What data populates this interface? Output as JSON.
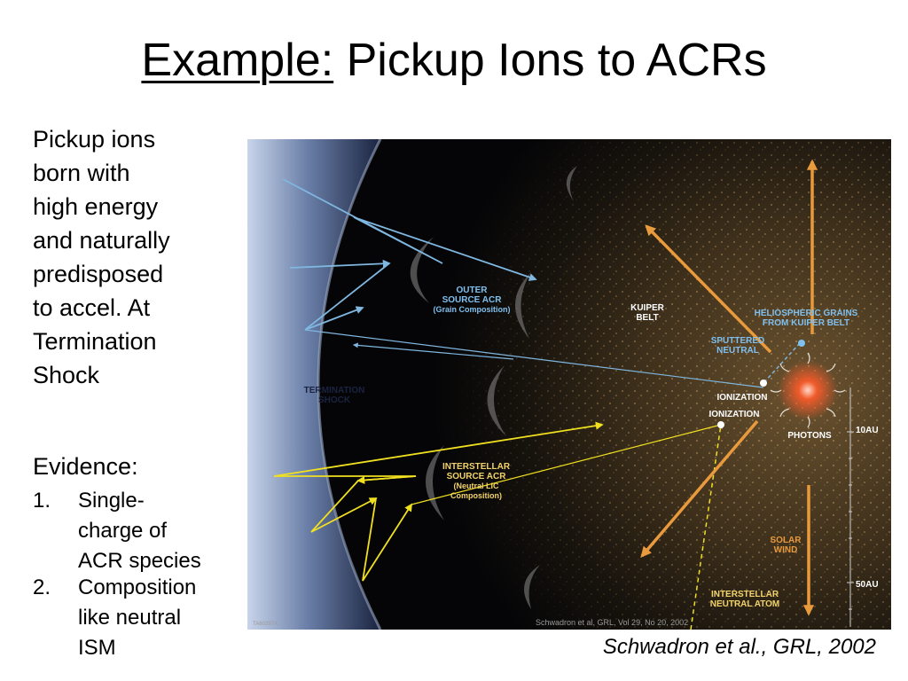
{
  "title": {
    "underlined": "Example:",
    "rest": " Pickup Ions to ACRs"
  },
  "side_text": [
    "Pickup ions",
    "born with",
    "high energy",
    "and naturally",
    "predisposed",
    "to accel. At",
    "Termination",
    "Shock"
  ],
  "evidence": {
    "heading": "Evidence:",
    "items": [
      {
        "num": "1.",
        "lines": [
          "Single-",
          "charge of",
          "ACR species"
        ]
      },
      {
        "num": "2.",
        "lines": [
          "Composition",
          "like neutral",
          "ISM"
        ]
      }
    ]
  },
  "figure": {
    "labels": {
      "outer_source": [
        "OUTER",
        "SOURCE ACR",
        "(Grain Composition)"
      ],
      "termination_shock": [
        "TERMINATION",
        "SHOCK"
      ],
      "interstellar_source": [
        "INTERSTELLAR",
        "SOURCE ACR",
        "(Neutral LIC",
        "Composition)"
      ],
      "kuiper_belt": [
        "KUIPER",
        "BELT"
      ],
      "heliospheric_grains": [
        "HELIOSPHERIC GRAINS",
        "FROM KUIPER BELT"
      ],
      "sputtered_neutral": [
        "SPUTTERED",
        "NEUTRAL"
      ],
      "ionization_1": "IONIZATION",
      "ionization_2": "IONIZATION",
      "photons": "PHOTONS",
      "solar_wind": [
        "SOLAR",
        "WIND"
      ],
      "interstellar_neutral": [
        "INTERSTELLAR",
        "NEUTRAL ATOM"
      ],
      "scale_10": "10AU",
      "scale_50": "50AU",
      "credit": "Schwadron et al, GRL, Vol 29, No 20, 2002",
      "code": "TA60297A"
    },
    "colors": {
      "blue_path": "#7fb7e0",
      "yellow_path": "#f0e020",
      "orange_arrow": "#e89a3c",
      "label_blue": "#7fc0ef",
      "label_yellow": "#f2d36b",
      "label_white": "#ffffff"
    }
  },
  "caption": "Schwadron et al., GRL, 2002"
}
